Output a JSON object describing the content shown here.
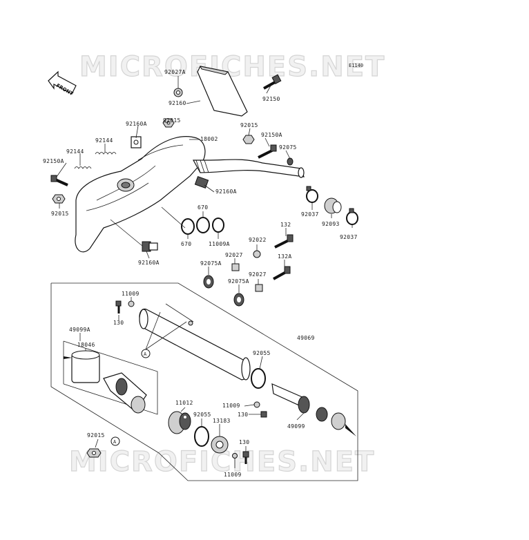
{
  "watermark": "MICROFICHES.NET",
  "reference_code": "E1140",
  "front_label": "FRONT",
  "callout_letter": "A",
  "labels": {
    "p92027A": "92027A",
    "p92160_top": "92160",
    "p92150_top": "92150",
    "p92160A_top": "92160A",
    "p92015_top": "92015",
    "p18002": "18002",
    "p92015_r": "92015",
    "p92150A_r": "92150A",
    "p92144_a": "92144",
    "p92144_b": "92144",
    "p92075": "92075",
    "p92150A_l": "92150A",
    "p92160A_mid": "92160A",
    "p92015_l": "92015",
    "p670_top": "670",
    "p92037_a": "92037",
    "p92093": "92093",
    "p92037_b": "92037",
    "p132": "132",
    "p670_bot": "670",
    "p11009A": "11009A",
    "p92022": "92022",
    "p92160A_bot": "92160A",
    "p92075A_a": "92075A",
    "p92027_a": "92027",
    "p132A": "132A",
    "p92027_b": "92027",
    "p92075A_b": "92075A",
    "p11009_tl": "11009",
    "p130_tl": "130",
    "p49099A": "49099A",
    "p49069": "49069",
    "p18046": "18046",
    "p92055_r": "92055",
    "p11012": "11012",
    "p11009_m": "11009",
    "p92055_b": "92055",
    "p130_m": "130",
    "p13183": "13183",
    "p49099": "49099",
    "p92015_bl": "92015",
    "p130_b": "130",
    "p11009_b": "11009"
  }
}
